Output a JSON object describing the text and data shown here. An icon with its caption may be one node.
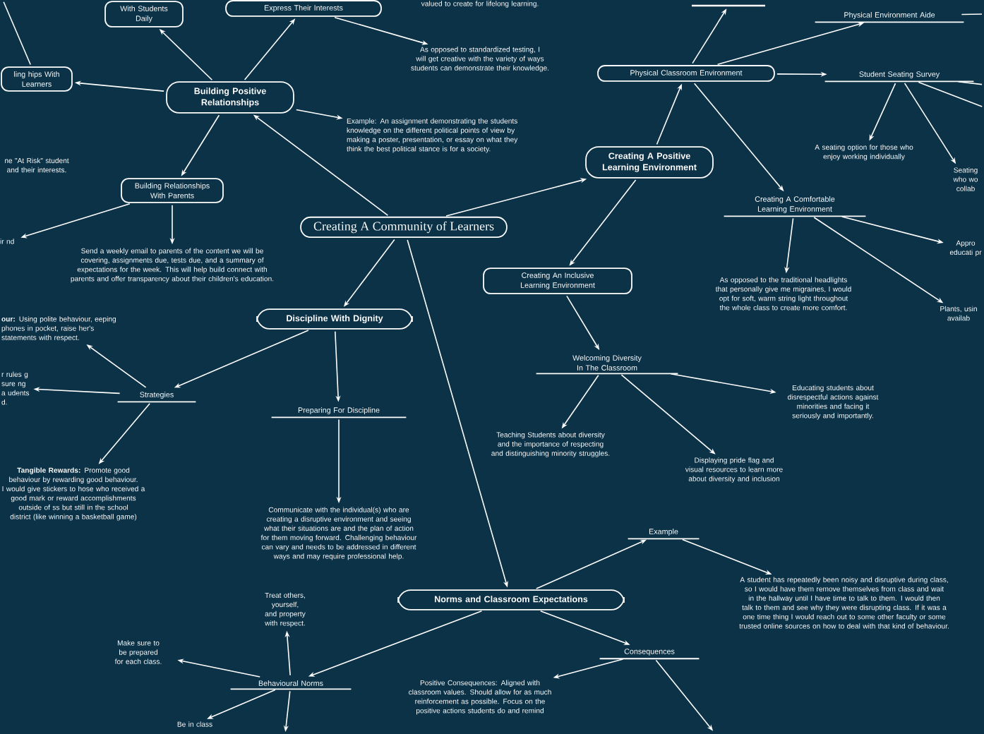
{
  "diagram": {
    "nodes": [
      {
        "text": [
          "Creating A Community of Learners"
        ]
      },
      {
        "text": [
          "Building Positive Relationships"
        ]
      },
      {
        "text": [
          "With Students Daily"
        ]
      },
      {
        "text": [
          "Express Their Interests"
        ]
      },
      {
        "text": [
          "ling hips With Learners"
        ]
      },
      {
        "text": [
          "Building Relationships With Parents"
        ]
      },
      {
        "text": [
          "Send a weekly email to parents of the content we will be covering, assignments due, tests due, and a summary of expectations for the week. This will help build connect with parents and offer transparency about their children's education."
        ]
      },
      {
        "text": [
          "ne \"At Risk\" student and their interests."
        ]
      },
      {
        "text": [
          "As opposed to standardized testing, I will get creative with the variety of ways students can demonstrate their knowledge."
        ]
      },
      {
        "text": [
          "Example: An assignment demonstrating the students knowledge on the different political points of view by making a poster, presentation, or essay on what they think the best political stance is for a society."
        ]
      },
      {
        "text": [
          "Creating A Positive Learning Environment"
        ]
      },
      {
        "text": [
          "Physical Classroom Environment"
        ]
      },
      {
        "text": [],
        "shape": "bar"
      },
      {
        "text": [
          "Physical Environment Aide"
        ]
      },
      {
        "text": [
          "Student Seating Survey"
        ]
      },
      {
        "text": [
          "A seating option for those who enjoy working individually"
        ]
      },
      {
        "text": [
          "Seating who wo collab"
        ]
      },
      {
        "text": [
          "Creating A Comfortable Learning Environment"
        ]
      },
      {
        "text": [
          "As opposed to the traditional headlights that personally give me migraines, I would opt for soft, warm string light throughout the whole class to create more comfort."
        ]
      },
      {
        "text": [
          "Appro educati pr"
        ]
      },
      {
        "text": [
          "Plants, usin availab"
        ]
      },
      {
        "text": [
          "Creating An Inclusive Learning Environment"
        ]
      },
      {
        "text": [
          "Welcoming Diversity In The Classroom"
        ]
      },
      {
        "text": [
          "Teaching Students about diversity and the importance of respecting and distinguishing minority struggles."
        ]
      },
      {
        "text": [
          "Educating students about disrespectful actions against minorities and facing it seriously and importantly."
        ]
      },
      {
        "text": [
          "Displaying pride flag and visual resources to learn more about diversity and inclusion"
        ]
      },
      {
        "text": [
          "Discipline With Dignity"
        ]
      },
      {
        "text": [
          "Preparing For Discipline"
        ]
      },
      {
        "text": [
          "Communicate with the individual(s) who are creating a disruptive environment and seeing what their situations are and the plan of action for them moving forward. Challenging behaviour can vary and needs to be addressed in different ways and may require professional help."
        ]
      },
      {
        "text": [
          "Strategies"
        ]
      },
      {
        "text": [
          "**our:** Using polite behaviour, eeping phones in pocket, raise her's statements with respect."
        ]
      },
      {
        "text": [
          "r rules g sure ng a udents d."
        ]
      },
      {
        "text": [
          "**Tangible Rewards:** Promote good behaviour by rewarding good behaviour. I would give stickers to hose who received a good mark or reward accomplishments outside of ss but still in the school district (like winning a basketball game)"
        ]
      },
      {
        "text": [
          "Norms and Classroom Expectations"
        ]
      },
      {
        "text": [
          "Example"
        ]
      },
      {
        "text": [
          "A student has repeatedly been noisy and disruptive during class, so I would have them remove themselves from class and wait in the hallway until I have time to talk to them. I would then talk to them and see why they were disrupting class. If it was a one time thing I would reach out to some other faculty or some trusted online sources on how to deal with that kind of behaviour."
        ]
      },
      {
        "text": [
          "Consequences"
        ]
      },
      {
        "text": [
          "Positive Consequences: Aligned with classroom values. Should allow for as much reinforcement as possible. Focus on the positive actions students do and remind"
        ]
      },
      {
        "text": [
          "Behavioural Norms"
        ]
      },
      {
        "text": [
          "Treat others, yourself, and property with respect."
        ]
      },
      {
        "text": [
          "Make sure to be prepared for each class."
        ]
      },
      {
        "text": [
          "Be in class"
        ]
      },
      {
        "text": [
          "ir nd"
        ]
      }
    ],
    "edges": [
      {
        "from": 0,
        "to": 1,
        "arrow": "to"
      },
      {
        "from": 1,
        "to": 2,
        "arrow": "to"
      },
      {
        "from": 1,
        "to": 3,
        "arrow": "to"
      },
      {
        "from": 1,
        "to": 4,
        "arrow": "to"
      },
      {
        "from": 1,
        "to": 5,
        "arrow": "to"
      },
      {
        "from": 1,
        "to": 9,
        "arrow": "to"
      },
      {
        "from": 3,
        "to": 8,
        "arrow": "to"
      },
      {
        "from": 5,
        "to": 42,
        "arrow": "to"
      },
      {
        "from": 5,
        "to": 6,
        "arrow": "to"
      },
      {
        "from": 0,
        "to": 10,
        "arrow": "to"
      },
      {
        "from": 10,
        "to": 11,
        "arrow": "to"
      },
      {
        "from": 11,
        "to": 12,
        "arrow": "to"
      },
      {
        "from": 11,
        "to": 13,
        "arrow": "to"
      },
      {
        "from": 11,
        "to": 14,
        "arrow": "to"
      },
      {
        "from": 11,
        "to": 17,
        "arrow": "to"
      },
      {
        "from": 14,
        "to": 15,
        "arrow": "to"
      },
      {
        "from": 14,
        "to": 16,
        "arrow": "to"
      },
      {
        "from": 17,
        "to": 18,
        "arrow": "to"
      },
      {
        "from": 17,
        "to": 19,
        "arrow": "to"
      },
      {
        "from": 17,
        "to": 20,
        "arrow": "to"
      },
      {
        "from": 10,
        "to": 21,
        "arrow": "to"
      },
      {
        "from": 21,
        "to": 22,
        "arrow": "to"
      },
      {
        "from": 22,
        "to": 23,
        "arrow": "to"
      },
      {
        "from": 22,
        "to": 24,
        "arrow": "to"
      },
      {
        "from": 22,
        "to": 25,
        "arrow": "to"
      },
      {
        "from": 0,
        "to": 26,
        "arrow": "to"
      },
      {
        "from": 26,
        "to": 27,
        "arrow": "to"
      },
      {
        "from": 27,
        "to": 28,
        "arrow": "to"
      },
      {
        "from": 26,
        "to": 29,
        "arrow": "to"
      },
      {
        "from": 29,
        "to": 30,
        "arrow": "to"
      },
      {
        "from": 29,
        "to": 31,
        "arrow": "to"
      },
      {
        "from": 29,
        "to": 32,
        "arrow": "to"
      },
      {
        "from": 0,
        "to": 33,
        "arrow": "to"
      },
      {
        "from": 33,
        "to": 34,
        "arrow": "to"
      },
      {
        "from": 34,
        "to": 35,
        "arrow": "to"
      },
      {
        "from": 33,
        "to": 36,
        "arrow": "to"
      },
      {
        "from": 36,
        "to": 37,
        "arrow": "to"
      },
      {
        "from": 36,
        "to": null,
        "arrow": "to"
      },
      {
        "from": 33,
        "to": 38,
        "arrow": "to"
      },
      {
        "from": 38,
        "to": 39,
        "arrow": "to"
      },
      {
        "from": 38,
        "to": 40,
        "arrow": "to"
      },
      {
        "from": 38,
        "to": 41,
        "arrow": "to"
      },
      {
        "from": 38,
        "to": null,
        "arrow": "to"
      },
      {
        "from": 13,
        "to": null,
        "arrow": "none"
      },
      {
        "from": 14,
        "to": null,
        "arrow": "none"
      },
      {
        "from": 14,
        "to": null,
        "arrow": "none"
      },
      {
        "from": null,
        "to": 4,
        "arrow": "none"
      }
    ],
    "labels": [
      "valued to create for lifelong learning."
    ]
  }
}
